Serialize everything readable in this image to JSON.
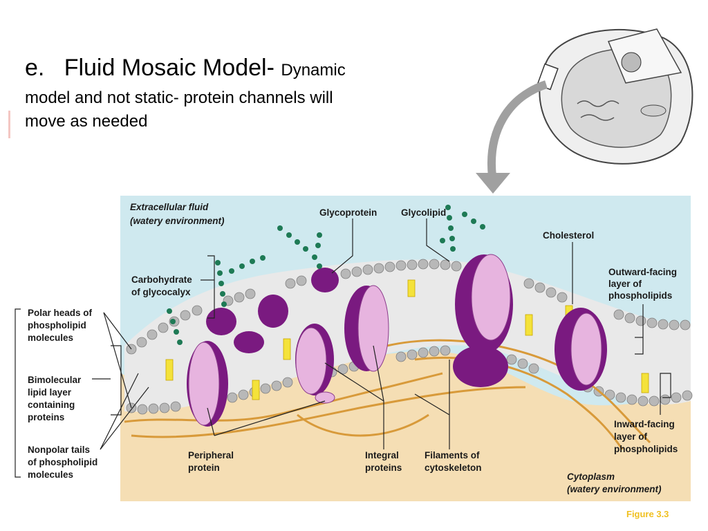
{
  "slide": {
    "heading_prefix": "e.",
    "heading_main": "Fluid Mosaic Model-",
    "heading_tail": "Dynamic",
    "heading_line2": "model and not static- protein channels will",
    "heading_line3": "move as needed"
  },
  "figure": {
    "caption": "Figure 3.3",
    "labels": {
      "extracellular_1": "Extracellular fluid",
      "extracellular_2": "(watery environment)",
      "glycoprotein": "Glycoprotein",
      "glycolipid": "Glycolipid",
      "cholesterol": "Cholesterol",
      "carbohydrate_1": "Carbohydrate",
      "carbohydrate_2": "of glycocalyx",
      "outward_1": "Outward-facing",
      "outward_2": "layer of",
      "outward_3": "phospholipids",
      "polar_1": "Polar heads of",
      "polar_2": "phospholipid",
      "polar_3": "molecules",
      "bimolecular_1": "Bimolecular",
      "bimolecular_2": "lipid layer",
      "bimolecular_3": "containing",
      "bimolecular_4": "proteins",
      "nonpolar_1": "Nonpolar tails",
      "nonpolar_2": "of phospholipid",
      "nonpolar_3": "molecules",
      "peripheral_1": "Peripheral",
      "peripheral_2": "protein",
      "integral_1": "Integral",
      "integral_2": "proteins",
      "filaments_1": "Filaments of",
      "filaments_2": "cytoskeleton",
      "inward_1": "Inward-facing",
      "inward_2": "layer of",
      "inward_3": "phospholipids",
      "cytoplasm_1": "Cytoplasm",
      "cytoplasm_2": "(watery environment)"
    }
  },
  "colors": {
    "extracellular": "#cfe9ef",
    "cytoplasm": "#f5deb4",
    "protein": "#7a1a80",
    "protein_light": "#e7b4df",
    "head": "#b8b8b8",
    "cholesterol": "#f4e23a",
    "sugar": "#1e7a55",
    "filament": "#d89a3a",
    "arrow": "#a0a0a0"
  }
}
